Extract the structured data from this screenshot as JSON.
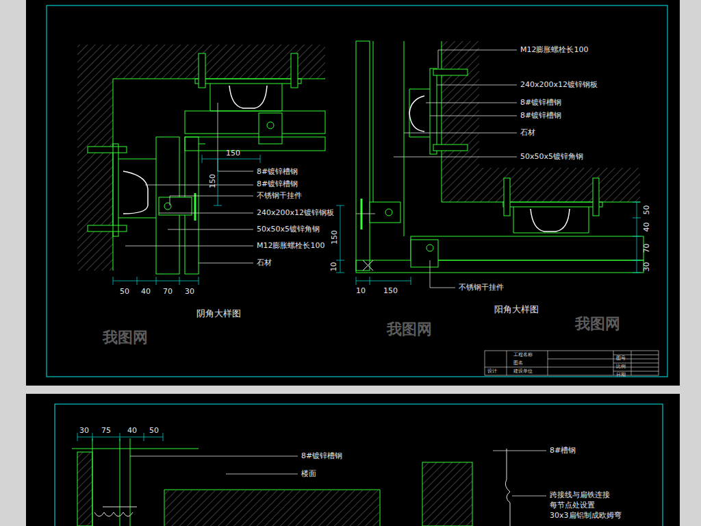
{
  "diagram": {
    "labels": [
      "8#镀锌槽钢",
      "8#镀锌槽钢",
      "不锈钢干挂件",
      "240x200x12镀锌钢板",
      "50x50x5镀锌角钢",
      "M12膨胀螺栓长100",
      "石材",
      "150",
      "150",
      "50",
      "40",
      "70",
      "30",
      "阴角大样图",
      "M12膨胀螺栓长100",
      "240x200x12镀锌钢板",
      "8#镀锌槽钢",
      "8#镀锌槽钢",
      "石材",
      "50x50x5镀锌角钢",
      "50",
      "40",
      "70",
      "30",
      "150",
      "10",
      "10",
      "150",
      "不锈钢干挂件",
      "阳角大样图",
      "工程名称",
      "图名",
      "建设单位",
      "设计",
      "图号",
      "比例",
      "日期",
      "30",
      "75",
      "40",
      "50",
      "8#镀锌槽钢",
      "楼面",
      "8#槽钢",
      "跨接线与扁铁连接",
      "每节点处设置",
      "30x3扁铝制成欧姆弯",
      "我图网",
      "我图网",
      "我图网"
    ]
  }
}
